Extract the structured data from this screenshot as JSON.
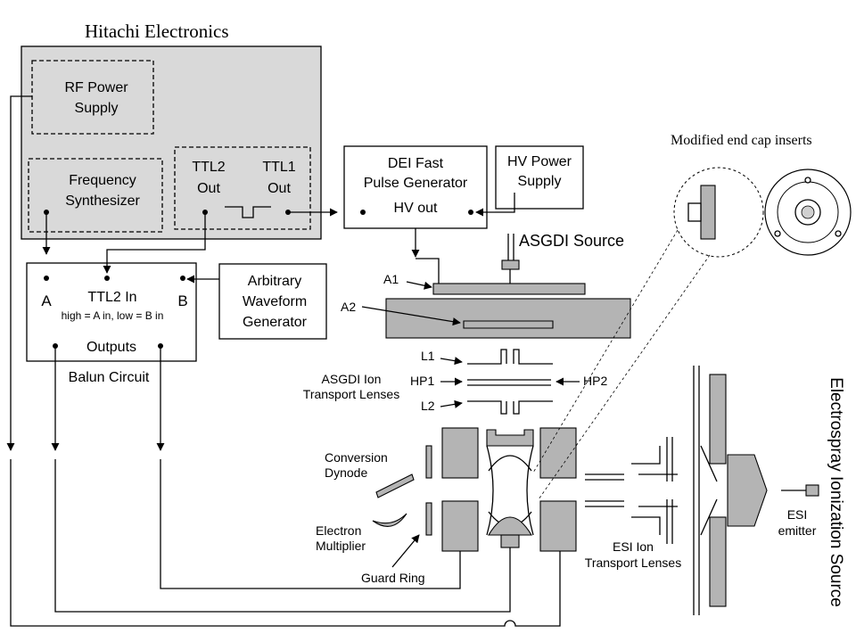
{
  "hitachi": {
    "title": "Hitachi Electronics",
    "rf_power": [
      "RF Power",
      "Supply"
    ],
    "freq_synth": [
      "Frequency",
      "Synthesizer"
    ],
    "ttl2_out": [
      "TTL2",
      "Out"
    ],
    "ttl1_out": [
      "TTL1",
      "Out"
    ]
  },
  "dei": {
    "line1": "DEI Fast",
    "line2": "Pulse Generator",
    "hv_out": "HV out"
  },
  "hv_power": [
    "HV Power",
    "Supply"
  ],
  "balun": {
    "a": "A",
    "b": "B",
    "ttl2_in": "TTL2 In",
    "note": "high = A in, low = B in",
    "outputs": "Outputs",
    "caption": "Balun Circuit"
  },
  "awg": [
    "Arbitrary",
    "Waveform",
    "Generator"
  ],
  "asgdi_source": "ASGDI Source",
  "end_cap": "Modified end cap inserts",
  "labels": {
    "a1": "A1",
    "a2": "A2",
    "l1": "L1",
    "l2": "L2",
    "hp1": "HP1",
    "hp2": "HP2",
    "asgdi_lenses": [
      "ASGDI Ion",
      "Transport Lenses"
    ],
    "conversion_dynode": [
      "Conversion",
      "Dynode"
    ],
    "electron_multiplier": [
      "Electron",
      "Multiplier"
    ],
    "guard_ring": "Guard Ring",
    "esi_lenses": [
      "ESI Ion",
      "Transport Lenses"
    ],
    "esi_emitter": [
      "ESI",
      "emitter"
    ],
    "esi_source": "Electrospray Ionization Source"
  },
  "colors": {
    "panel": "#d9d9d9",
    "parts": "#b4b4b4",
    "line": "#000000"
  }
}
